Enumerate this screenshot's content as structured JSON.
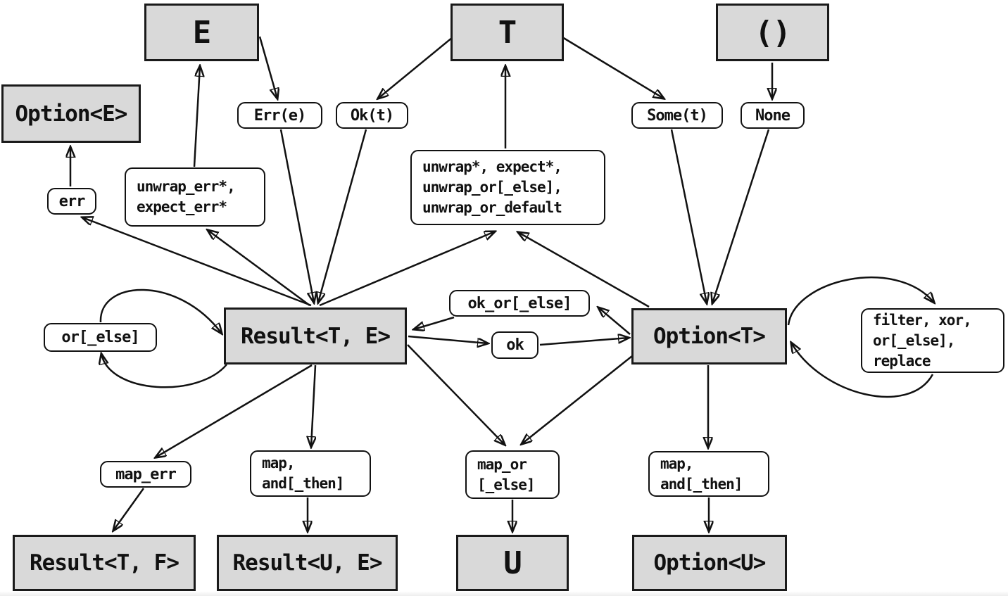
{
  "types": {
    "e": "E",
    "t": "T",
    "unit": "()",
    "option_e": "Option<E>",
    "result_te": "Result<T, E>",
    "option_t": "Option<T>",
    "result_tf": "Result<T, F>",
    "result_ue": "Result<U, E>",
    "u": "U",
    "option_u": "Option<U>"
  },
  "constructors": {
    "err": "Err(e)",
    "ok": "Ok(t)",
    "some": "Some(t)",
    "none": "None"
  },
  "methods": {
    "err": "err",
    "unwrap_err": {
      "lines": [
        "unwrap_err*,",
        "expect_err*"
      ]
    },
    "unwrap": {
      "lines": [
        "unwrap*, expect*,",
        "unwrap_or[_else],",
        "unwrap_or_default"
      ]
    },
    "or_else": "or[_else]",
    "ok_or": "ok_or[_else]",
    "ok": "ok",
    "filter": {
      "lines": [
        "filter, xor,",
        "or[_else],",
        "replace"
      ]
    },
    "map_err": "map_err",
    "map_left": {
      "lines": [
        "map,",
        "and[_then]"
      ]
    },
    "map_or": {
      "lines": [
        "map_or",
        "[_else]"
      ]
    },
    "map_right": {
      "lines": [
        "map,",
        "and[_then]"
      ]
    }
  },
  "colors": {
    "type_fill": "#d9d9d9",
    "type_border": "#1a1a1a",
    "method_fill": "#ffffff",
    "edge": "#111111",
    "background": "#ffffff"
  }
}
